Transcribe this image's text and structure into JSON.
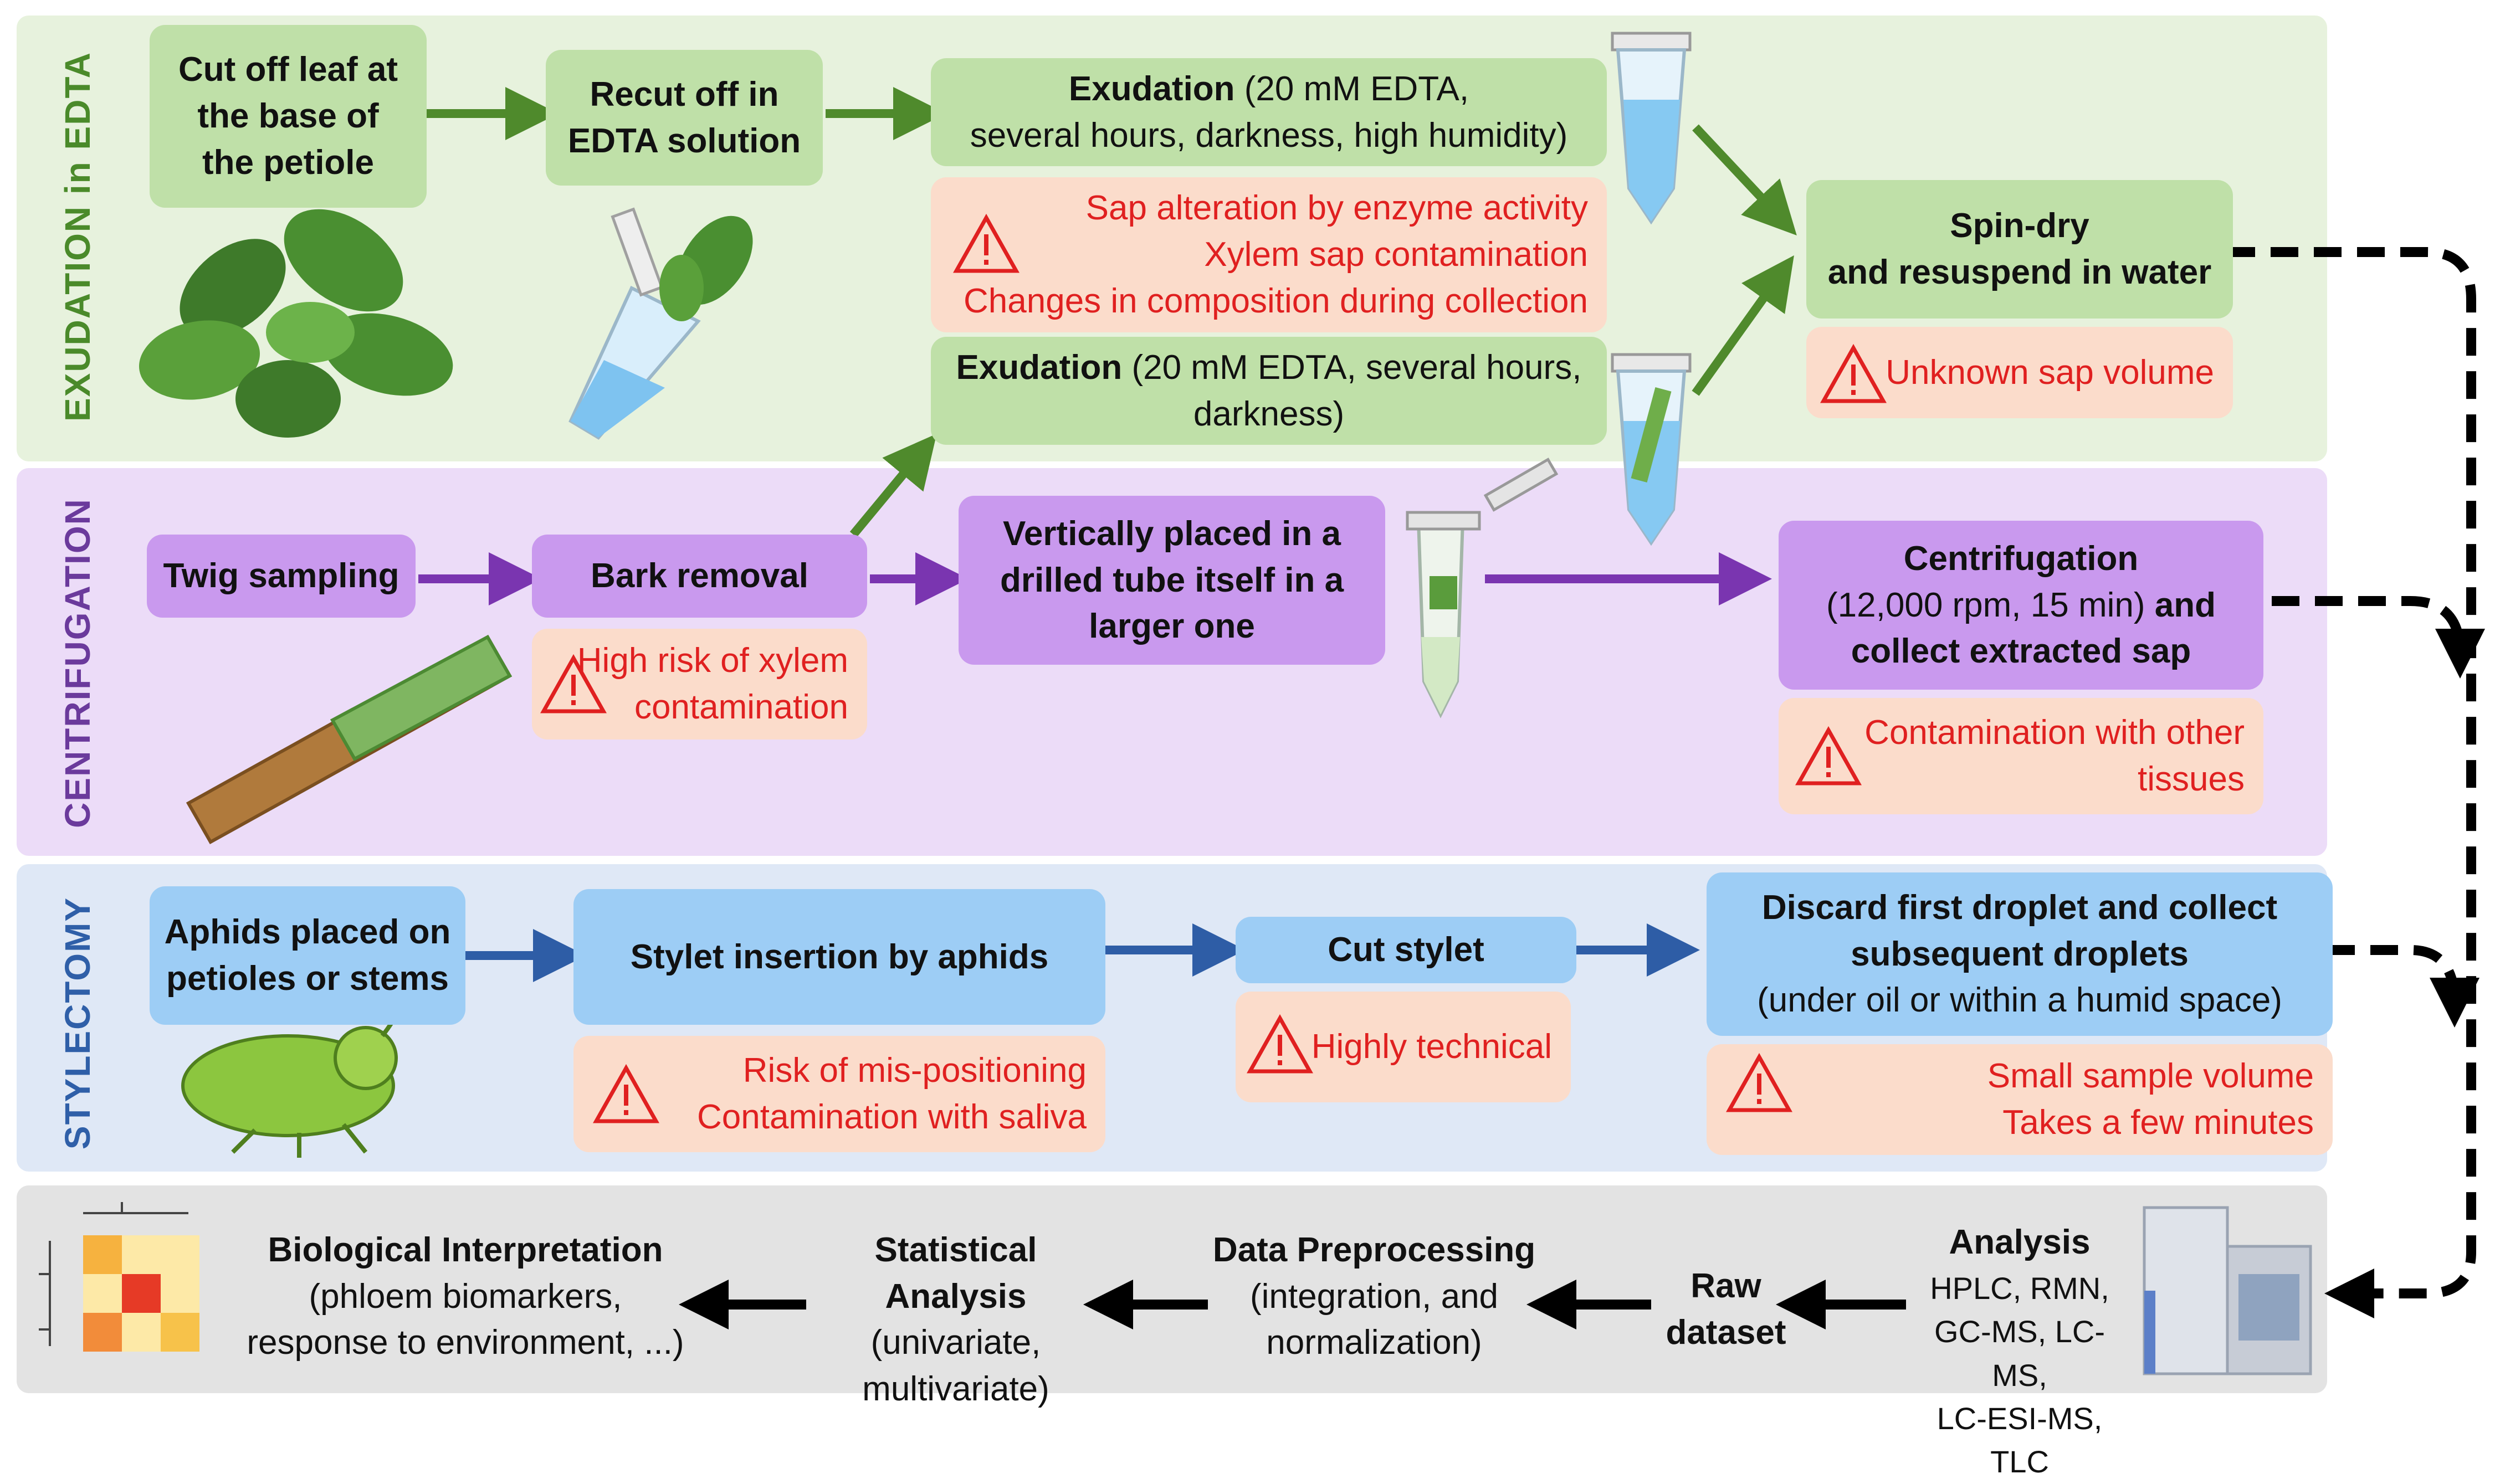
{
  "bands": {
    "exudation": "EXUDATION in EDTA",
    "centrifugation": "CENTRIFUGATION",
    "stylectomy": "STYLECTOMY"
  },
  "exudation": {
    "cut_leaf": [
      "Cut off leaf at",
      "the base of",
      "the petiole"
    ],
    "recut": [
      "Recut off in",
      "EDTA solution"
    ],
    "exu1_title": "Exudation",
    "exu1_rest": " (20 mM EDTA,",
    "exu1_line2": "several hours, darkness, high humidity)",
    "exu1_warn": [
      "Sap alteration by enzyme activity",
      "Xylem sap contamination",
      "Changes in composition during collection"
    ],
    "exu2_title": "Exudation",
    "exu2_rest": " (20 mM EDTA, several hours,",
    "exu2_line2": "darkness)",
    "spin": [
      "Spin-dry",
      "and resuspend in water"
    ],
    "spin_warn": "Unknown sap volume"
  },
  "centrifugation": {
    "twig": "Twig sampling",
    "bark": "Bark removal",
    "bark_warn": [
      "High risk of xylem",
      "contamination"
    ],
    "vertical": [
      "Vertically placed in a",
      "drilled tube itself in a",
      "larger one"
    ],
    "centri_title": "Centrifugation",
    "centri_line2a": "(12,000 rpm, 15 min)",
    "centri_line2b": " and",
    "centri_line3": "collect extracted sap",
    "centri_warn": [
      "Contamination with other",
      "tissues"
    ]
  },
  "stylectomy": {
    "aphids": [
      "Aphids placed on",
      "petioles or stems"
    ],
    "insertion": "Stylet insertion by aphids",
    "insertion_warn": [
      "Risk of mis-positioning",
      "Contamination with saliva"
    ],
    "cut": "Cut stylet",
    "cut_warn": "Highly technical",
    "discard": [
      "Discard first droplet and collect",
      "subsequent droplets"
    ],
    "discard_sub": "(under oil or within a humid space)",
    "discard_warn": [
      "Small sample volume",
      "Takes a few minutes"
    ]
  },
  "analysis": {
    "bio_title": "Biological Interpretation",
    "bio_sub": [
      "(phloem biomarkers,",
      "response to environment, ...)"
    ],
    "stat_title": "Statistical Analysis",
    "stat_sub": [
      "(univariate,",
      "multivariate)"
    ],
    "pre_title": "Data Preprocessing",
    "pre_sub": [
      "(integration, and",
      "normalization)"
    ],
    "raw": [
      "Raw",
      "dataset"
    ],
    "ana_title": "Analysis",
    "ana_sub": [
      "HPLC, RMN,",
      "GC-MS, LC-MS,",
      "LC-ESI-MS, TLC"
    ]
  },
  "colors": {
    "green_arrow": "#4f8a2c",
    "purple_arrow": "#7a35b0",
    "blue_arrow": "#2e5da6",
    "warning_red": "#e02020"
  }
}
